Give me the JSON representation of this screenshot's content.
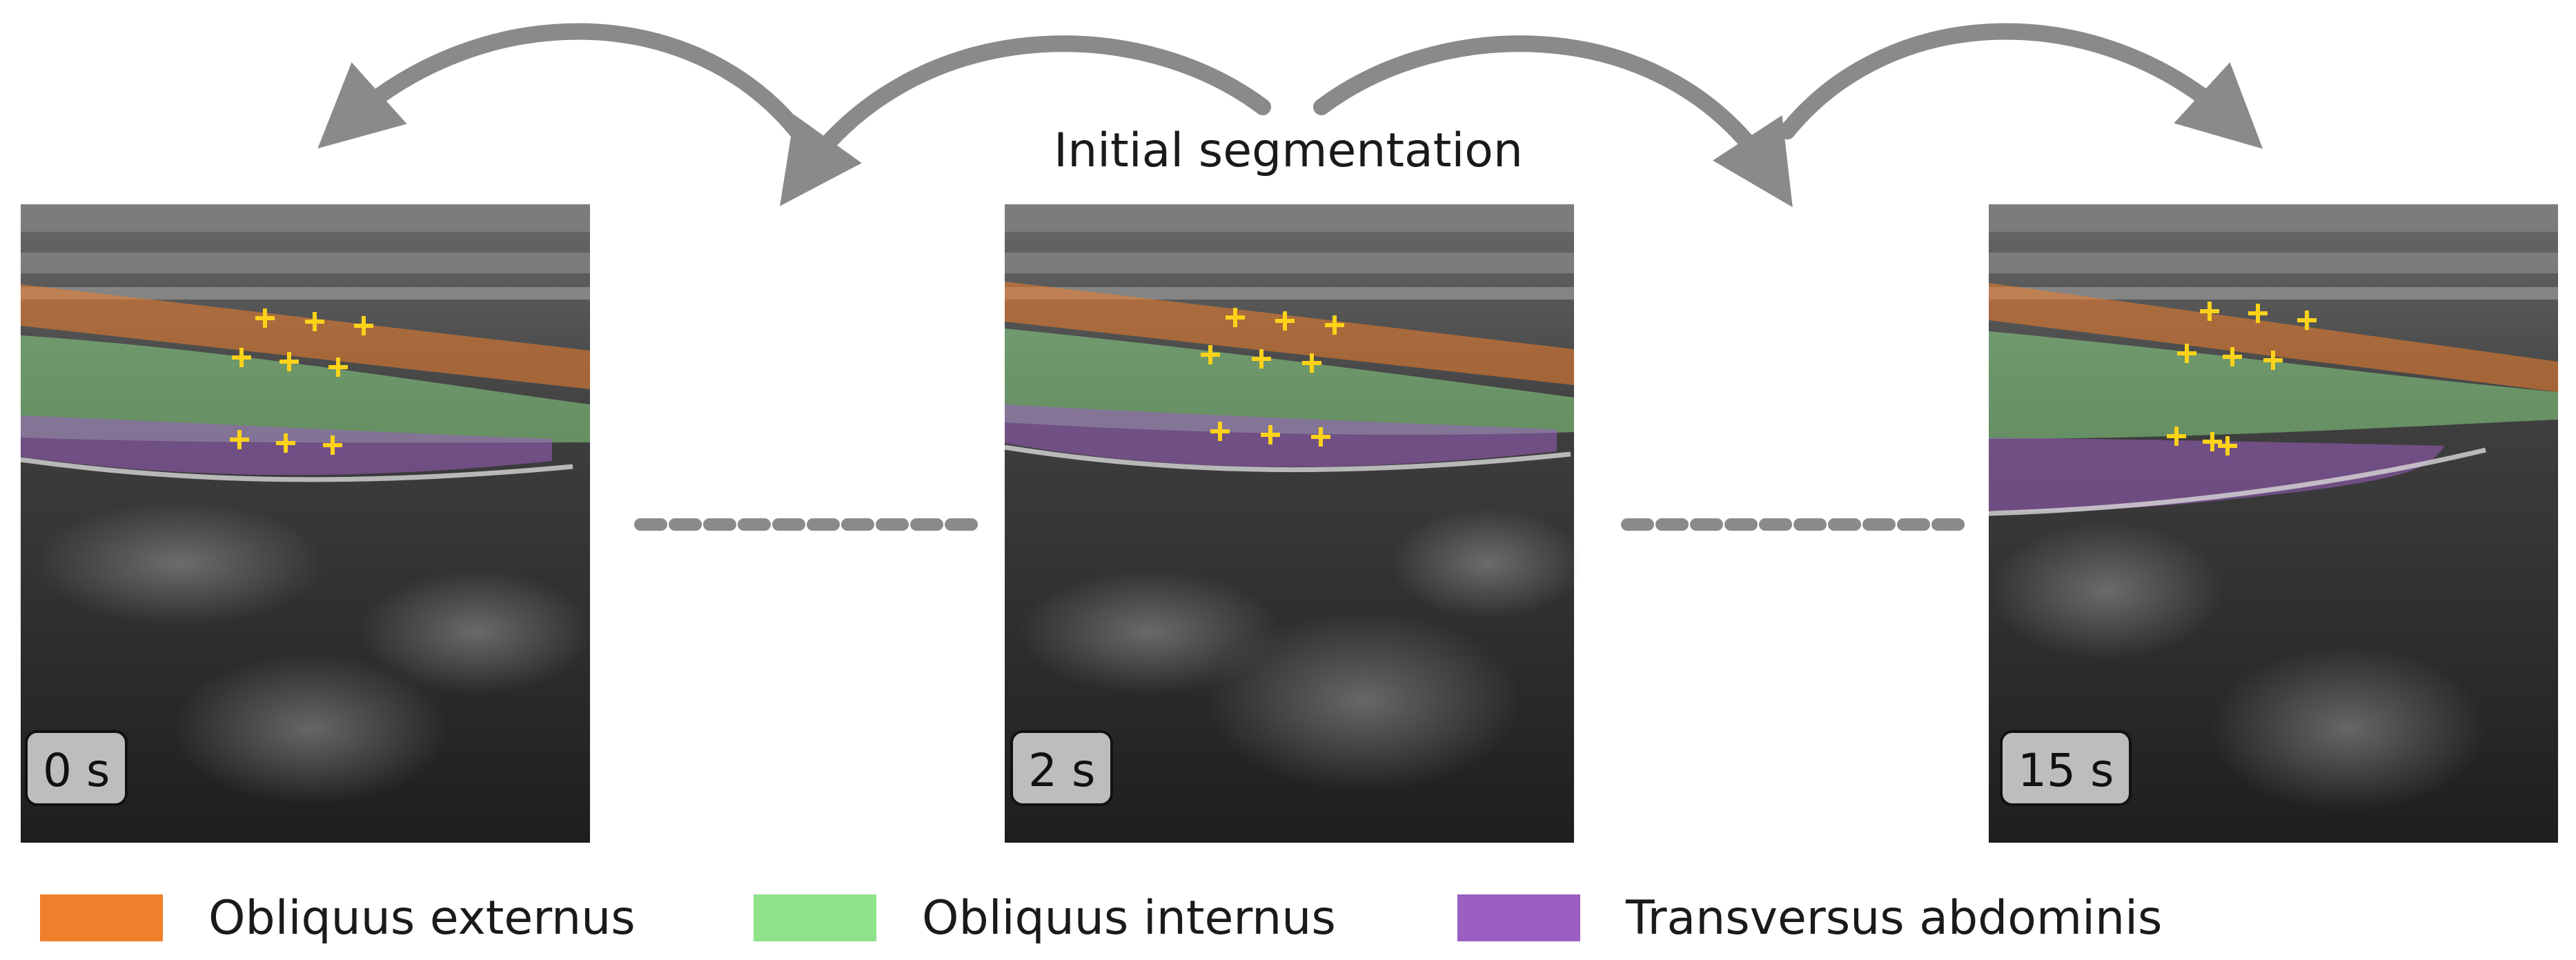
{
  "title": "Initial segmentation",
  "frames": [
    {
      "time_label": "0 s"
    },
    {
      "time_label": "2 s"
    },
    {
      "time_label": "15 s"
    }
  ],
  "legend": [
    {
      "label": "Obliquus externus",
      "color": "#f07f2b"
    },
    {
      "label": "Obliquus internus",
      "color": "#8fe28a"
    },
    {
      "label": "Transversus abdominis",
      "color": "#9a5fc0"
    }
  ],
  "colors": {
    "arrow": "#8a8a8a",
    "marker": "#ffd21a",
    "connector": "#8a8a8a"
  }
}
